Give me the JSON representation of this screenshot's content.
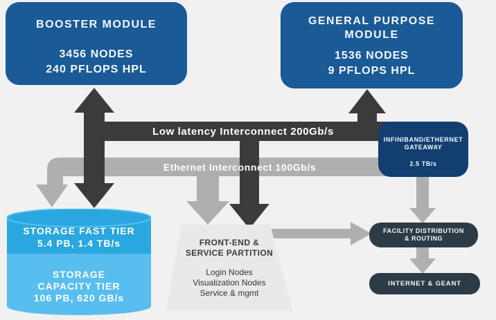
{
  "colors": {
    "background": "#f1f1f2",
    "module_blue": "#1a5a96",
    "gateway_navy": "#123e70",
    "dark_arrow": "#3b3b3b",
    "gray_arrow": "#afafaf",
    "storage_fast_blue": "#2aa7de",
    "storage_capacity_blue": "#58beef",
    "slate_pill": "#2c3b46",
    "trapezoid_gray": "#e9e9eb"
  },
  "boxes": {
    "booster": {
      "title": "BOOSTER MODULE",
      "nodes": "3456 NODES",
      "pflops": "240 PFLOPS HPL"
    },
    "general_purpose": {
      "title_line1": "GENERAL PURPOSE",
      "title_line2": "MODULE",
      "nodes": "1536 NODES",
      "pflops": "9 PFLOPS HPL"
    },
    "gateway": {
      "title_line1": "INFINIBAND/ETHERNET",
      "title_line2": "GATEAWAY",
      "rate": "2.5 TB/s"
    },
    "storage": {
      "fast_title": "STORAGE FAST TIER",
      "fast_stats": "5.4 PB, 1.4 TB/s",
      "capacity_line1": "STORAGE",
      "capacity_line2": "CAPACITY TIER",
      "capacity_stats": "106 PB, 620 GB/s"
    },
    "frontend": {
      "title_line1": "FRONT-END &",
      "title_line2": "SERVICE PARTITION",
      "item1": "Login Nodes",
      "item2": "Visualization Nodes",
      "item3": "Service & mgmt"
    },
    "facility": {
      "line1": "FACILITY DISTRIBUTION",
      "line2": "& ROUTING"
    },
    "internet": {
      "label": "INTERNET & GEANT"
    }
  },
  "interconnects": {
    "low_latency": "Low latency Interconnect 200Gb/s",
    "ethernet": "Ethernet Interconnect 100Gb/s"
  }
}
